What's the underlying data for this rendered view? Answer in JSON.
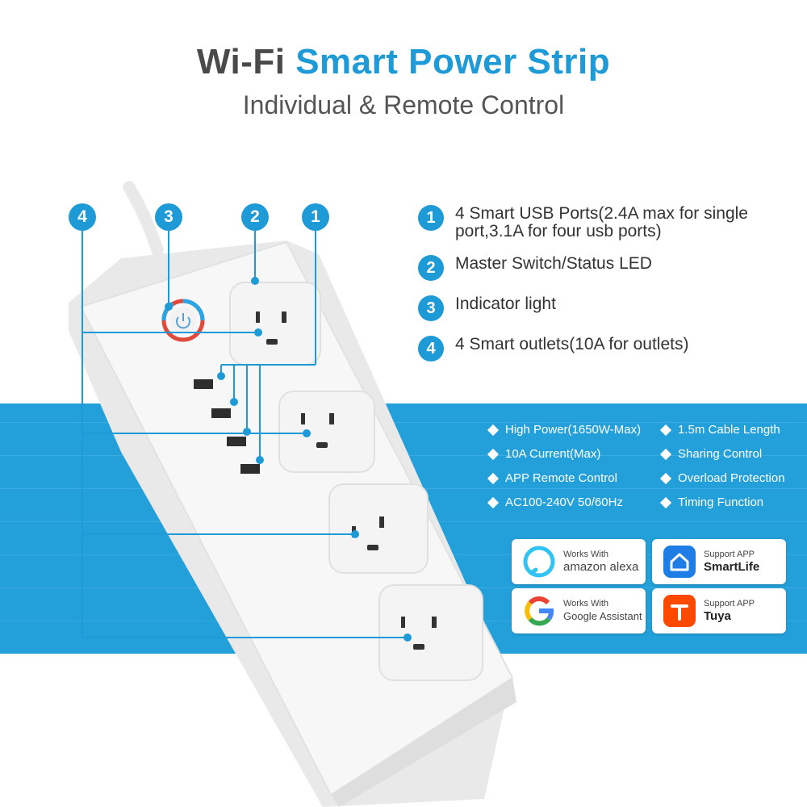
{
  "header": {
    "title_part1": "Wi-Fi",
    "title_part2": "Smart Power Strip",
    "subtitle": "Individual & Remote Control"
  },
  "markers": [
    "4",
    "3",
    "2",
    "1"
  ],
  "callouts": [
    {
      "num": "1",
      "text": "4 Smart USB Ports(2.4A max for single port,3.1A for four usb ports)"
    },
    {
      "num": "2",
      "text": "Master Switch/Status LED"
    },
    {
      "num": "3",
      "text": "Indicator light"
    },
    {
      "num": "4",
      "text": "4 Smart outlets(10A for outlets)"
    }
  ],
  "features": [
    "High Power(1650W-Max)",
    "1.5m Cable Length",
    "10A Current(Max)",
    "Sharing Control",
    "APP Remote Control",
    "Overload Protection",
    "AC100-240V 50/60Hz",
    "Timing Function"
  ],
  "badges": {
    "alexa": {
      "line1": "Works With",
      "line2": "amazon alexa"
    },
    "smartlife": {
      "line1": "Support APP",
      "line2": "SmartLife"
    },
    "google": {
      "line1": "Works With",
      "line2": "Google Assistant"
    },
    "tuya": {
      "line1": "Support APP",
      "line2": "Tuya"
    }
  },
  "colors": {
    "accent": "#1e9ad6",
    "band": "#23a0da",
    "title_dark": "#4a4a4a"
  },
  "icons": [
    "power-icon",
    "alexa-logo",
    "smartlife-logo",
    "google-logo",
    "tuya-logo"
  ]
}
